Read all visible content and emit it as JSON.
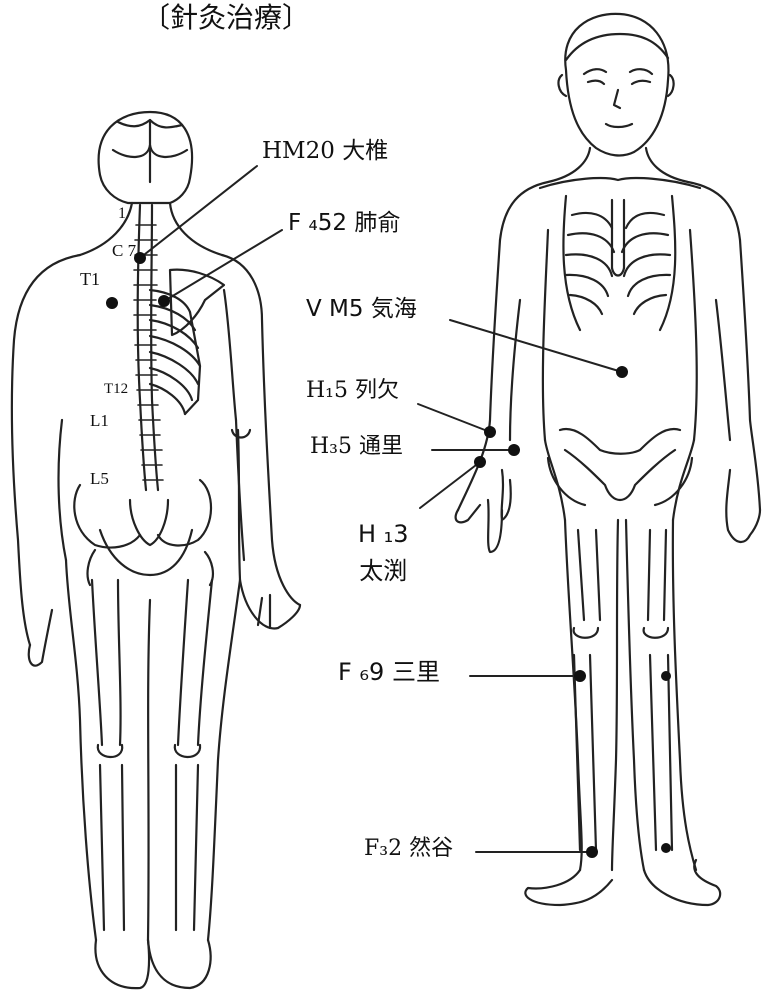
{
  "title": "〔針灸治療〕",
  "vertebra_labels": {
    "c1": "1",
    "c7": "C 7",
    "t1": "T1",
    "t12": "T12",
    "l1": "L1",
    "l5": "L5"
  },
  "points": [
    {
      "id": "hm20",
      "code": "HM20",
      "name": "大椎"
    },
    {
      "id": "f452",
      "code": "F ₄52",
      "name": "肺俞"
    },
    {
      "id": "vm5",
      "code": "V M5",
      "name": "気海"
    },
    {
      "id": "h15",
      "code": "H₁5",
      "name": "列欠"
    },
    {
      "id": "h35",
      "code": "H₃5",
      "name": "通里"
    },
    {
      "id": "h13",
      "code": "H ₁3",
      "name": "太渕"
    },
    {
      "id": "f69",
      "code": "F ₆9",
      "name": "三里"
    },
    {
      "id": "f32",
      "code": "F₃2",
      "name": "然谷"
    }
  ]
}
